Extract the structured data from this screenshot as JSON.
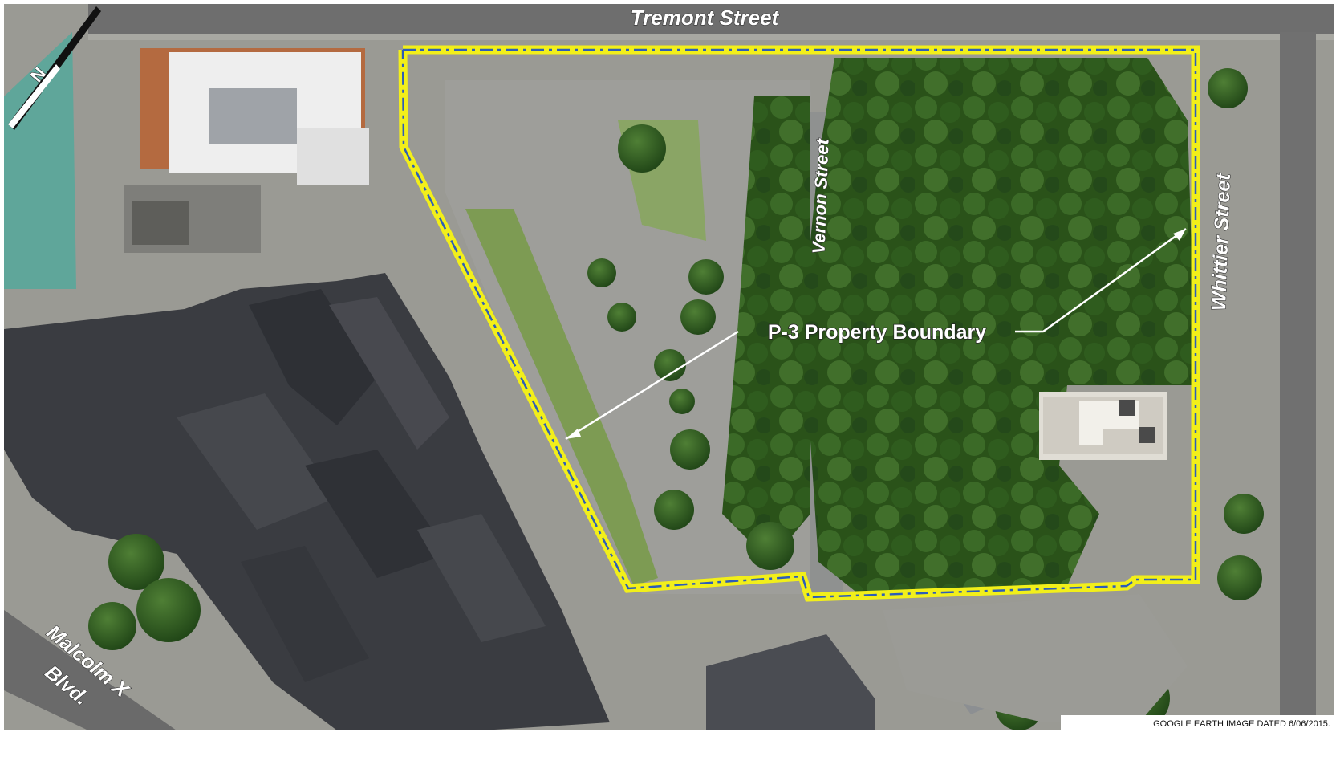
{
  "map": {
    "streets": {
      "tremont": "Tremont Street",
      "vernon": "Vernon Street",
      "whittier": "Whittier Street",
      "malcolm_line1": "Malcolm X",
      "malcolm_line2": "Blvd."
    },
    "callout": "P-3 Property Boundary",
    "credit": "GOOGLE EARTH IMAGE DATED 6/06/2015.",
    "north_arrow_label": "N",
    "colors": {
      "boundary_outer": "#f2ef1a",
      "boundary_inner": "#2d5db8",
      "trees": "#2e5a1e",
      "roof": "#3d3f44",
      "pavement": "#8d8d8a"
    }
  }
}
